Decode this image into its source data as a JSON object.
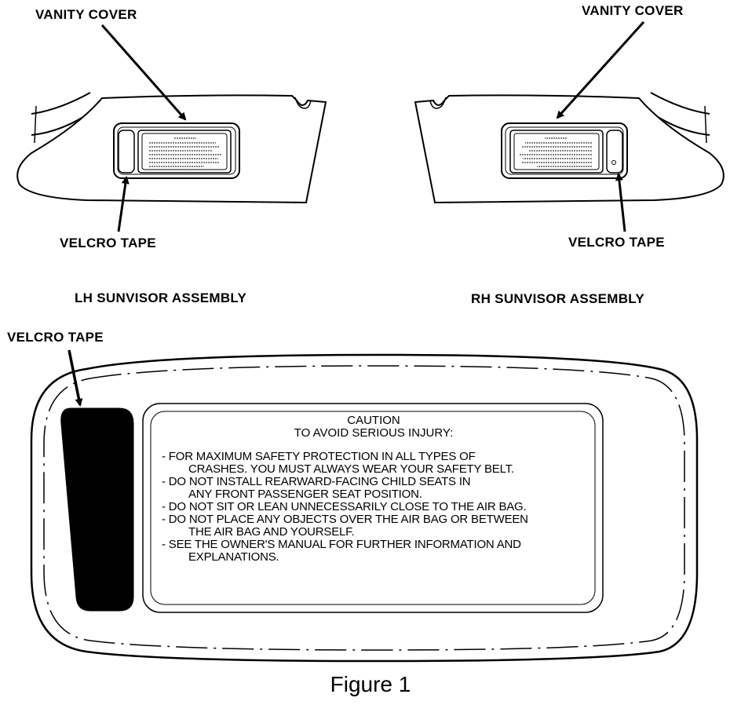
{
  "labels": {
    "vanity_cover_left": "VANITY COVER",
    "vanity_cover_right": "VANITY COVER",
    "velcro_tape_left": "VELCRO TAPE",
    "velcro_tape_right": "VELCRO TAPE",
    "lh_assembly": "LH SUNVISOR ASSEMBLY",
    "rh_assembly": "RH SUNVISOR ASSEMBLY",
    "velcro_tape_detail": "VELCRO TAPE"
  },
  "caution_label": {
    "title": "CAUTION",
    "subtitle": "TO AVOID SERIOUS INJURY:",
    "lines": [
      "- FOR MAXIMUM SAFETY PROTECTION IN ALL TYPES OF",
      "CRASHES. YOU MUST ALWAYS WEAR YOUR SAFETY BELT.",
      "- DO NOT INSTALL REARWARD-FACING CHILD SEATS IN",
      "ANY FRONT PASSENGER SEAT POSITION.",
      "- DO NOT SIT OR LEAN UNNECESSARILY CLOSE TO THE AIR BAG.",
      "- DO NOT PLACE ANY OBJECTS OVER THE AIR BAG OR BETWEEN",
      "THE AIR BAG AND YOURSELF.",
      "- SEE THE OWNER'S MANUAL FOR FURTHER INFORMATION AND",
      "EXPLANATIONS."
    ]
  },
  "figure_caption": "Figure 1"
}
